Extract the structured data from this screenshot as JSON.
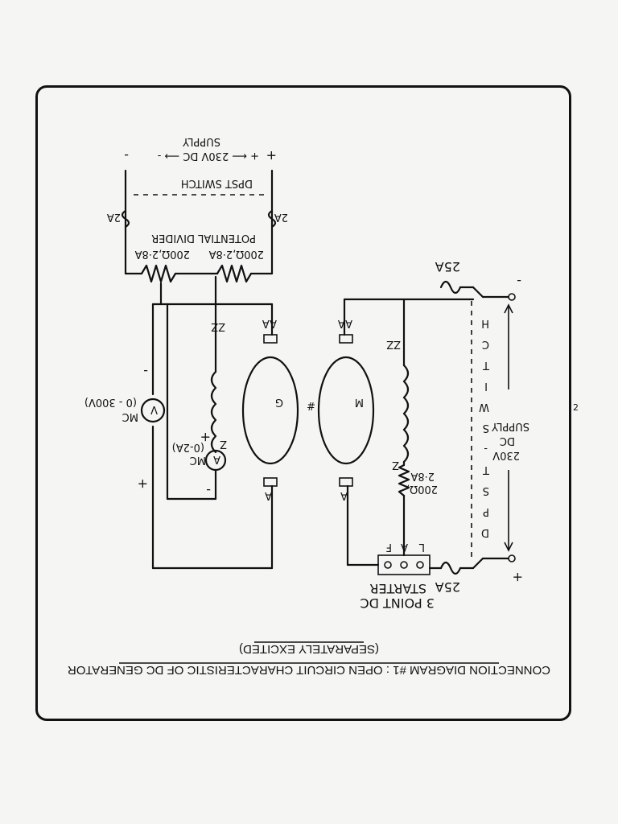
{
  "page_number": "2",
  "caption": {
    "title": "CONNECTION DIAGRAM #1 : OPEN CIRCUIT CHARACTERISTIC OF DC GENERATOR",
    "subtitle": "(SEPARATELY EXCITED)"
  },
  "generator": {
    "letter": "G",
    "armature_terminals": [
      "A",
      "AA"
    ],
    "field_terminals": [
      "Z",
      "ZZ"
    ]
  },
  "motor": {
    "letter": "M",
    "armature_terminals": [
      "A",
      "AA"
    ],
    "field_terminals": [
      "Z",
      "ZZ"
    ],
    "field_rheostat": [
      "200Ω,",
      "2·8A"
    ]
  },
  "coupling_symbol": "#",
  "voltmeter": {
    "letter": "V",
    "type": "MC",
    "range": "(0 - 300V)",
    "plus": "+",
    "minus": "-"
  },
  "ammeter": {
    "letter": "A",
    "type": "MC",
    "range": "(0-2A)",
    "plus": "+",
    "minus": "-"
  },
  "potential_divider": {
    "label": "POTENTIAL DIVIDER",
    "rheostat_1": "200Ω,2·8A",
    "rheostat_2": "200Ω,2·8A",
    "fuse_left": "2A",
    "fuse_right": "2A"
  },
  "dpst_top": {
    "label": "DPST  SWITCH"
  },
  "supply_top": {
    "line1": "+ ⟵ 230V DC ⟶ -",
    "line2": "SUPPLY",
    "plus": "+",
    "minus": "-"
  },
  "starter": {
    "line1": "3 POINT DC",
    "line2": "STARTER",
    "terminals": [
      "L",
      "A",
      "F"
    ]
  },
  "fuse_motor_top": "25A",
  "fuse_motor_bottom": "25A",
  "dpst_bottom": {
    "letters": [
      "D",
      "P",
      "S",
      "T",
      "-",
      "S",
      "W",
      "I",
      "T",
      "C",
      "H"
    ]
  },
  "supply_right": {
    "line1": "230V",
    "line2": "DC",
    "line3": "SUPPLY",
    "plus": "+",
    "minus": "-"
  }
}
